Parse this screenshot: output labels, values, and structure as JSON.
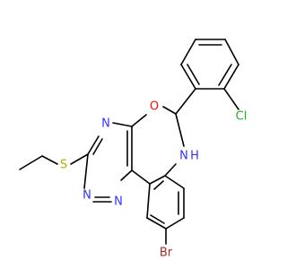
{
  "molecule": {
    "colors": {
      "bond": "#000000",
      "N": "#3333ff",
      "O": "#ff0d0d",
      "S": "#b2b200",
      "Cl": "#1fb31f",
      "Br": "#a62929"
    },
    "atoms": {
      "N_a": "N",
      "N_b": "N",
      "N_c": "N",
      "N_d": "N",
      "O": "O",
      "S": "S",
      "NH": "N",
      "H": "H",
      "Cl": "Cl",
      "Br": "Br"
    }
  }
}
